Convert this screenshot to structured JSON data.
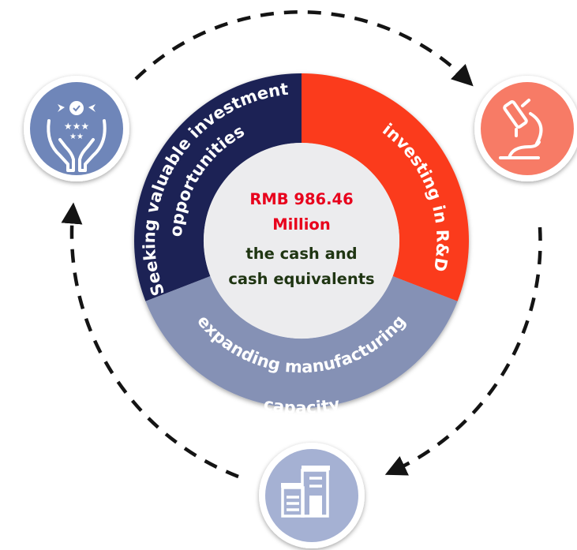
{
  "center": {
    "amount": "RMB 986.46",
    "unit": "Million",
    "desc_line1": "the cash and",
    "desc_line2": "cash equivalents"
  },
  "segments": {
    "top_left": {
      "line1": "Seeking valuable investment",
      "line2": "opportunities"
    },
    "top_right": {
      "line1": "investing in R&D"
    },
    "bottom": {
      "line1": "expanding manufacturing",
      "line2": "capacity"
    }
  },
  "icons": {
    "left": "award-hands-icon",
    "right": "microscope-icon",
    "bottom": "factory-building-icon"
  },
  "colors": {
    "navy": "#1b2255",
    "red": "#fb3b1a",
    "slate": "#8591b5",
    "center_fill": "#ececee",
    "amount_red": "#e8001c",
    "desc_dark": "#1f3512",
    "icon_left": "#6f86b9",
    "icon_right": "#f77b66",
    "icon_bottom": "#a5b1d3",
    "arrow": "#141414"
  }
}
